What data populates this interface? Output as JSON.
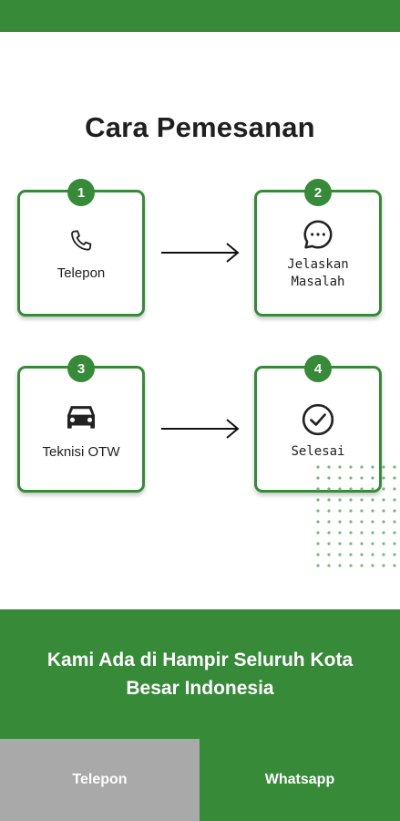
{
  "title": "Cara Pemesanan",
  "steps": [
    {
      "number": "1",
      "label": "Telepon",
      "icon": "phone-icon"
    },
    {
      "number": "2",
      "label": "Jelaskan Masalah",
      "icon": "chat-icon"
    },
    {
      "number": "3",
      "label": "Teknisi OTW",
      "icon": "car-icon"
    },
    {
      "number": "4",
      "label": "Selesai",
      "icon": "check-circle-icon"
    }
  ],
  "banner": {
    "text": "Kami Ada di Hampir Seluruh Kota Besar Indonesia"
  },
  "buttons": {
    "telepon": "Telepon",
    "whatsapp": "Whatsapp"
  },
  "colors": {
    "primary": "#368a38",
    "secondary": "#a9a9a9",
    "dots": "#78b878"
  }
}
